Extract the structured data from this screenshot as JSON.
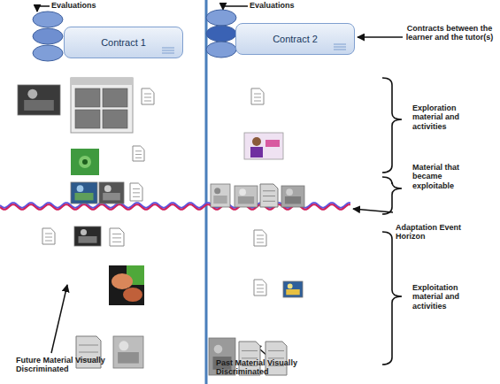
{
  "diagram": {
    "nodes": [
      {
        "text": [
          "Contract 1"
        ]
      },
      {
        "text": [
          "Contract 2"
        ]
      }
    ],
    "labels": [
      "Evaluations",
      "Evaluations",
      "Contracts between the learner and the tutor(s)",
      "Exploration material and activities",
      "Material that became exploitable",
      "Adaptation Event Horizon",
      "Exploitation material and activities",
      "Future Material Visually Discriminated",
      "Past Material Visually Discriminated"
    ]
  }
}
